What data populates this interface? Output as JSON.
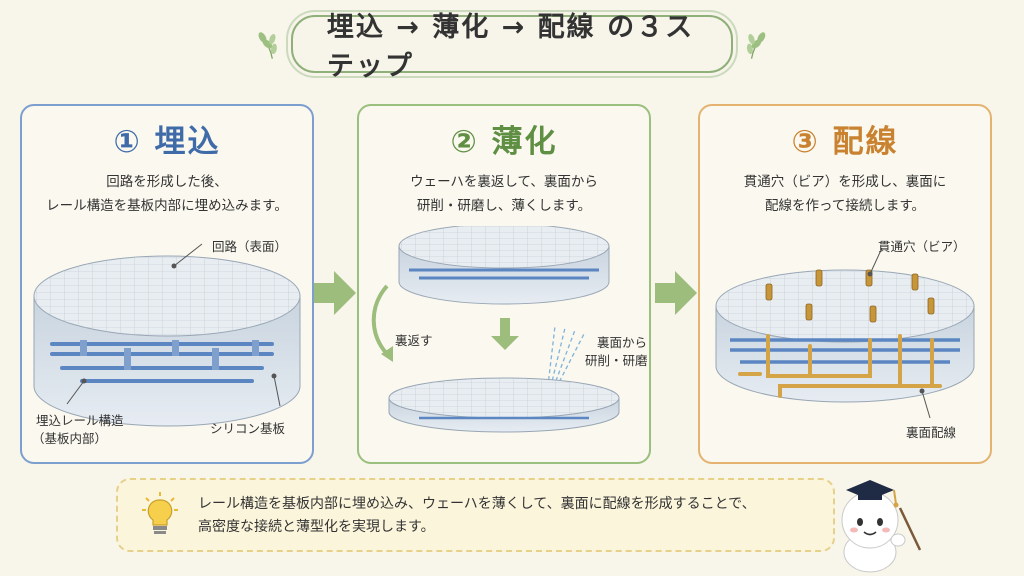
{
  "header": {
    "title": "埋込 → 薄化 → 配線 の３ステップ"
  },
  "steps": [
    {
      "title": "① 埋込",
      "desc_line1": "回路を形成した後、",
      "desc_line2": "レール構造を基板内部に埋め込みます。",
      "labels": {
        "surface": "回路（表面）",
        "rail": "埋込レール構造",
        "rail_sub": "（基板内部）",
        "silicon": "シリコン基板"
      }
    },
    {
      "title": "② 薄化",
      "desc_line1": "ウェーハを裏返して、裏面から",
      "desc_line2": "研削・研磨し、薄くします。",
      "labels": {
        "flip": "裏返す",
        "grind": "裏面から",
        "grind_sub": "研削・研磨"
      }
    },
    {
      "title": "③ 配線",
      "desc_line1": "貫通穴（ビア）を形成し、裏面に",
      "desc_line2": "配線を作って接続します。",
      "labels": {
        "via": "貫通穴（ビア）",
        "backside": "裏面配線"
      }
    }
  ],
  "tip": {
    "line1": "レール構造を基板内部に埋め込み、ウェーハを薄くして、裏面に配線を形成することで、",
    "line2": "高密度な接続と薄型化を実現します。"
  },
  "colors": {
    "blue": "#3f6ba8",
    "green": "#5f8f43",
    "orange": "#c9822f"
  },
  "icons": [
    "leaf-icon",
    "lightbulb-icon",
    "teacher-mascot-icon"
  ]
}
